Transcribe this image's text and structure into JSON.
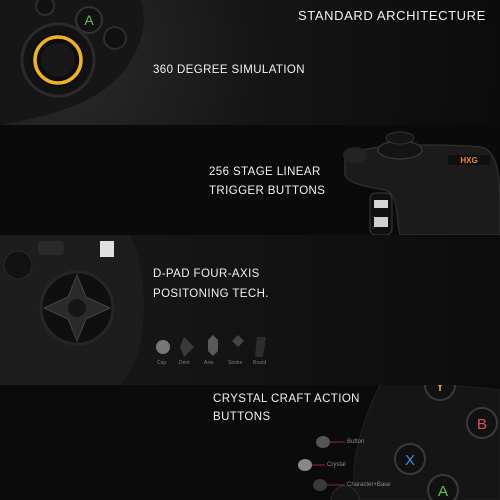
{
  "sections": {
    "architecture": {
      "title": "STANDARD ARCHITECTURE"
    },
    "joystick": {
      "caption": "360 DEGREE SIMULATION"
    },
    "trigger": {
      "caption_line1": "256 STAGE LINEAR",
      "caption_line2": "TRIGGER BUTTONS"
    },
    "dpad": {
      "caption_line1": "D-PAD FOUR-AXIS",
      "caption_line2": "POSITONING TECH.",
      "variants": [
        "Cap",
        "Dent",
        "Axis",
        "Stroke",
        "Board"
      ]
    },
    "buttons": {
      "caption_line1": "CRYSTAL CRAFT ACTION",
      "caption_line2": "BUTTONS",
      "part_labels": [
        "Button",
        "Crystal",
        "Character+Base"
      ]
    }
  },
  "face_buttons": {
    "a": "A",
    "b": "B",
    "x": "X",
    "y": "Y"
  },
  "colors": {
    "background": "#0a0a0a",
    "joystick_ring": "#f2b21c",
    "button_a": "#5ec24b",
    "button_b": "#d9534f",
    "button_x": "#3a8fd9",
    "button_y": "#e6c02a",
    "logo_accent": "#f28a1c"
  },
  "icons": [
    "joystick",
    "trigger",
    "dpad",
    "face-buttons"
  ]
}
